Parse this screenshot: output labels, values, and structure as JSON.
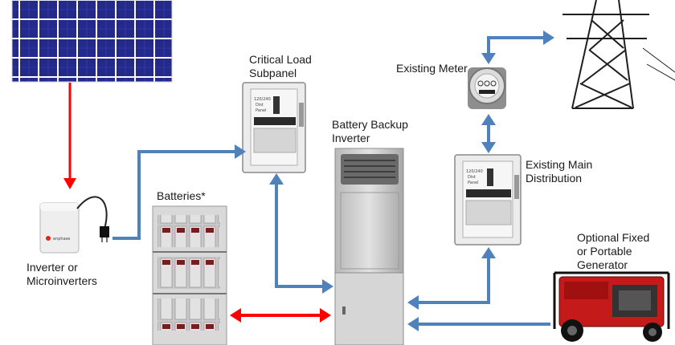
{
  "labels": {
    "critical_load": "Critical Load\nSubpanel",
    "existing_meter": "Existing Meter",
    "battery_backup": "Battery Backup\nInverter",
    "existing_main": "Existing Main\nDistribution",
    "batteries": "Batteries*",
    "inverter": "Inverter or\nMicroinverters",
    "generator": "Optional Fixed\nor Portable\nGenerator"
  },
  "device_text": {
    "enphase": "enphase",
    "panel_rating": "120/240",
    "panel_line2": "Dist",
    "panel_line3": "Panel"
  },
  "colors": {
    "blue_arrow": "#4f81bd",
    "red_arrow": "#ff0000",
    "solar_cell": "#232a8c",
    "panel_body": "#e9e9e9"
  },
  "icons": [
    "solar-array-icon",
    "microinverter-icon",
    "battery-bank-icon",
    "subpanel-icon",
    "main-panel-icon",
    "inverter-cabinet-icon",
    "meter-icon",
    "transmission-tower-icon",
    "generator-icon"
  ]
}
